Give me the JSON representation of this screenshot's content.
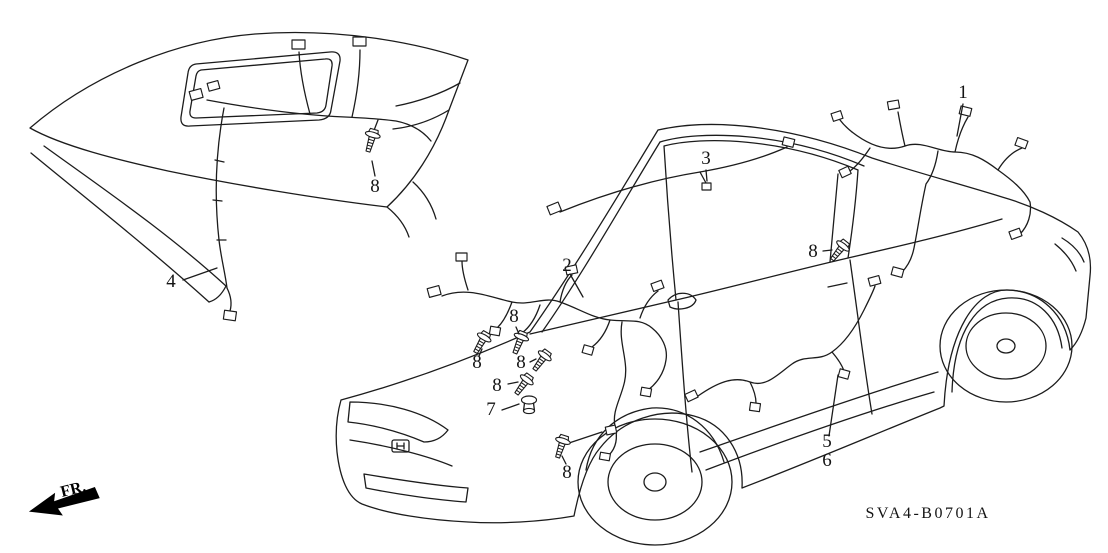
{
  "diagram": {
    "code": "SVA4-B0701A",
    "fr_label": "FR.",
    "callouts": [
      "1",
      "2",
      "3",
      "4",
      "5",
      "6",
      "7",
      "8",
      "8",
      "8",
      "8",
      "8",
      "8",
      "8"
    ],
    "line_color": "#1c1c1c",
    "background": "#ffffff"
  }
}
